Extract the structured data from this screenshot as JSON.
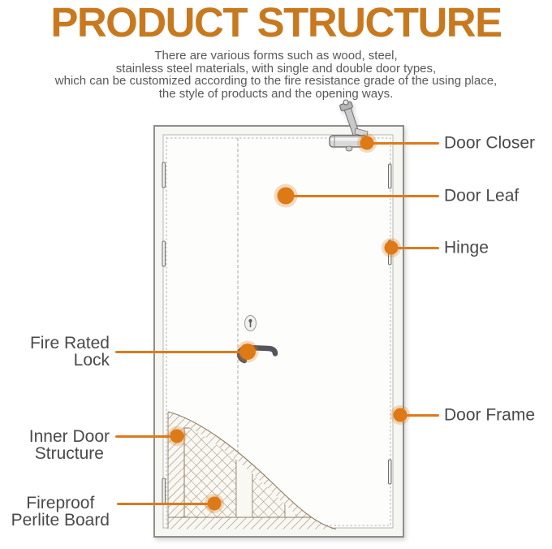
{
  "header": {
    "title": "PRODUCT STRUCTURE",
    "description_lines": [
      "There are various forms such as wood, steel,",
      "stainless steel materials, with single and double door types,",
      "which can be customized according to the fire resistance grade of the using place,",
      "the style of products and the opening ways."
    ]
  },
  "colors": {
    "title_orange": "#C8791F",
    "callout_orange": "#DD7A16",
    "label_gray": "#4A4A4D",
    "description_gray": "#57585A"
  },
  "diagram": {
    "subject": "fire door structure illustration",
    "callouts": [
      {
        "id": "door-closer",
        "label": "Door Closer",
        "side": "right"
      },
      {
        "id": "door-leaf",
        "label": "Door Leaf",
        "side": "right"
      },
      {
        "id": "hinge",
        "label": "Hinge",
        "side": "right"
      },
      {
        "id": "fire-rated-lock",
        "label": "Fire Rated Lock",
        "side": "left"
      },
      {
        "id": "door-frame",
        "label": "Door Frame",
        "side": "right"
      },
      {
        "id": "inner-door-structure",
        "label": "Inner Door\nStructure",
        "side": "left"
      },
      {
        "id": "fireproof-perlite-board",
        "label": "Fireproof\nPerlite Board",
        "side": "left"
      }
    ]
  }
}
